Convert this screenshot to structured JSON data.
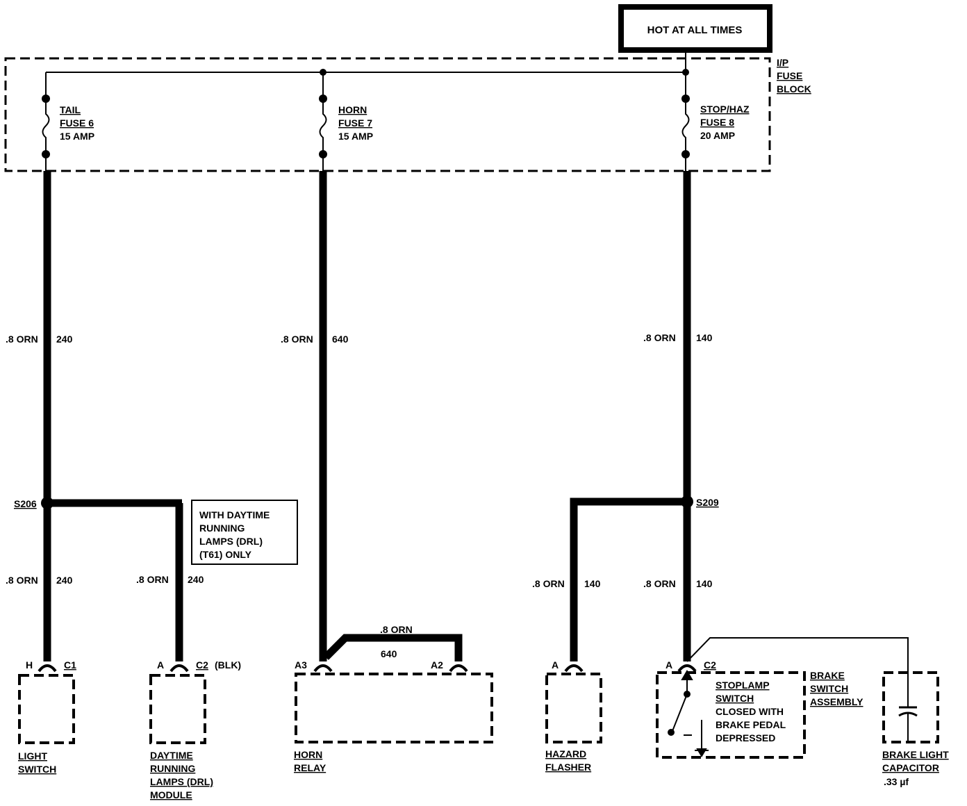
{
  "hot_box": "HOT AT ALL TIMES",
  "fuse_block": [
    "I/P",
    "FUSE",
    "BLOCK"
  ],
  "fuses": {
    "tail": [
      "TAIL",
      "FUSE 6",
      "15 AMP"
    ],
    "horn": [
      "HORN",
      "FUSE 7",
      "15 AMP"
    ],
    "stop": [
      "STOP/HAZ",
      "FUSE 8",
      "20 AMP"
    ]
  },
  "wire_color": ".8 ORN",
  "circuits": {
    "tail": "240",
    "horn": "640",
    "stop": "140"
  },
  "splices": {
    "s206": "S206",
    "s209": "S209"
  },
  "drl_note": [
    "WITH DAYTIME",
    "RUNNING",
    "LAMPS (DRL)",
    "(T61) ONLY"
  ],
  "relay_wire": {
    "color": ".8 ORN",
    "circuit": "640"
  },
  "connectors": {
    "light_switch": {
      "pin": "H",
      "conn": "C1"
    },
    "drl_module": {
      "pin": "A",
      "conn": "C2",
      "extra": "(BLK)"
    },
    "horn_relay": {
      "pin_a3": "A3",
      "pin_a2": "A2"
    },
    "hazard": {
      "pin": "A"
    },
    "brake": {
      "pin": "A",
      "conn": "C2"
    }
  },
  "components": {
    "light_switch": [
      "LIGHT",
      "SWITCH"
    ],
    "drl_module": [
      "DAYTIME",
      "RUNNING",
      "LAMPS (DRL)",
      "MODULE"
    ],
    "horn_relay": [
      "HORN",
      "RELAY"
    ],
    "hazard": [
      "HAZARD",
      "FLASHER"
    ],
    "stoplamp": [
      "STOPLAMP",
      "SWITCH",
      "CLOSED WITH",
      "BRAKE PEDAL",
      "DEPRESSED"
    ],
    "brake_assembly": [
      "BRAKE",
      "SWITCH",
      "ASSEMBLY"
    ],
    "capacitor": [
      "BRAKE LIGHT",
      "CAPACITOR",
      ".33 µf"
    ]
  }
}
